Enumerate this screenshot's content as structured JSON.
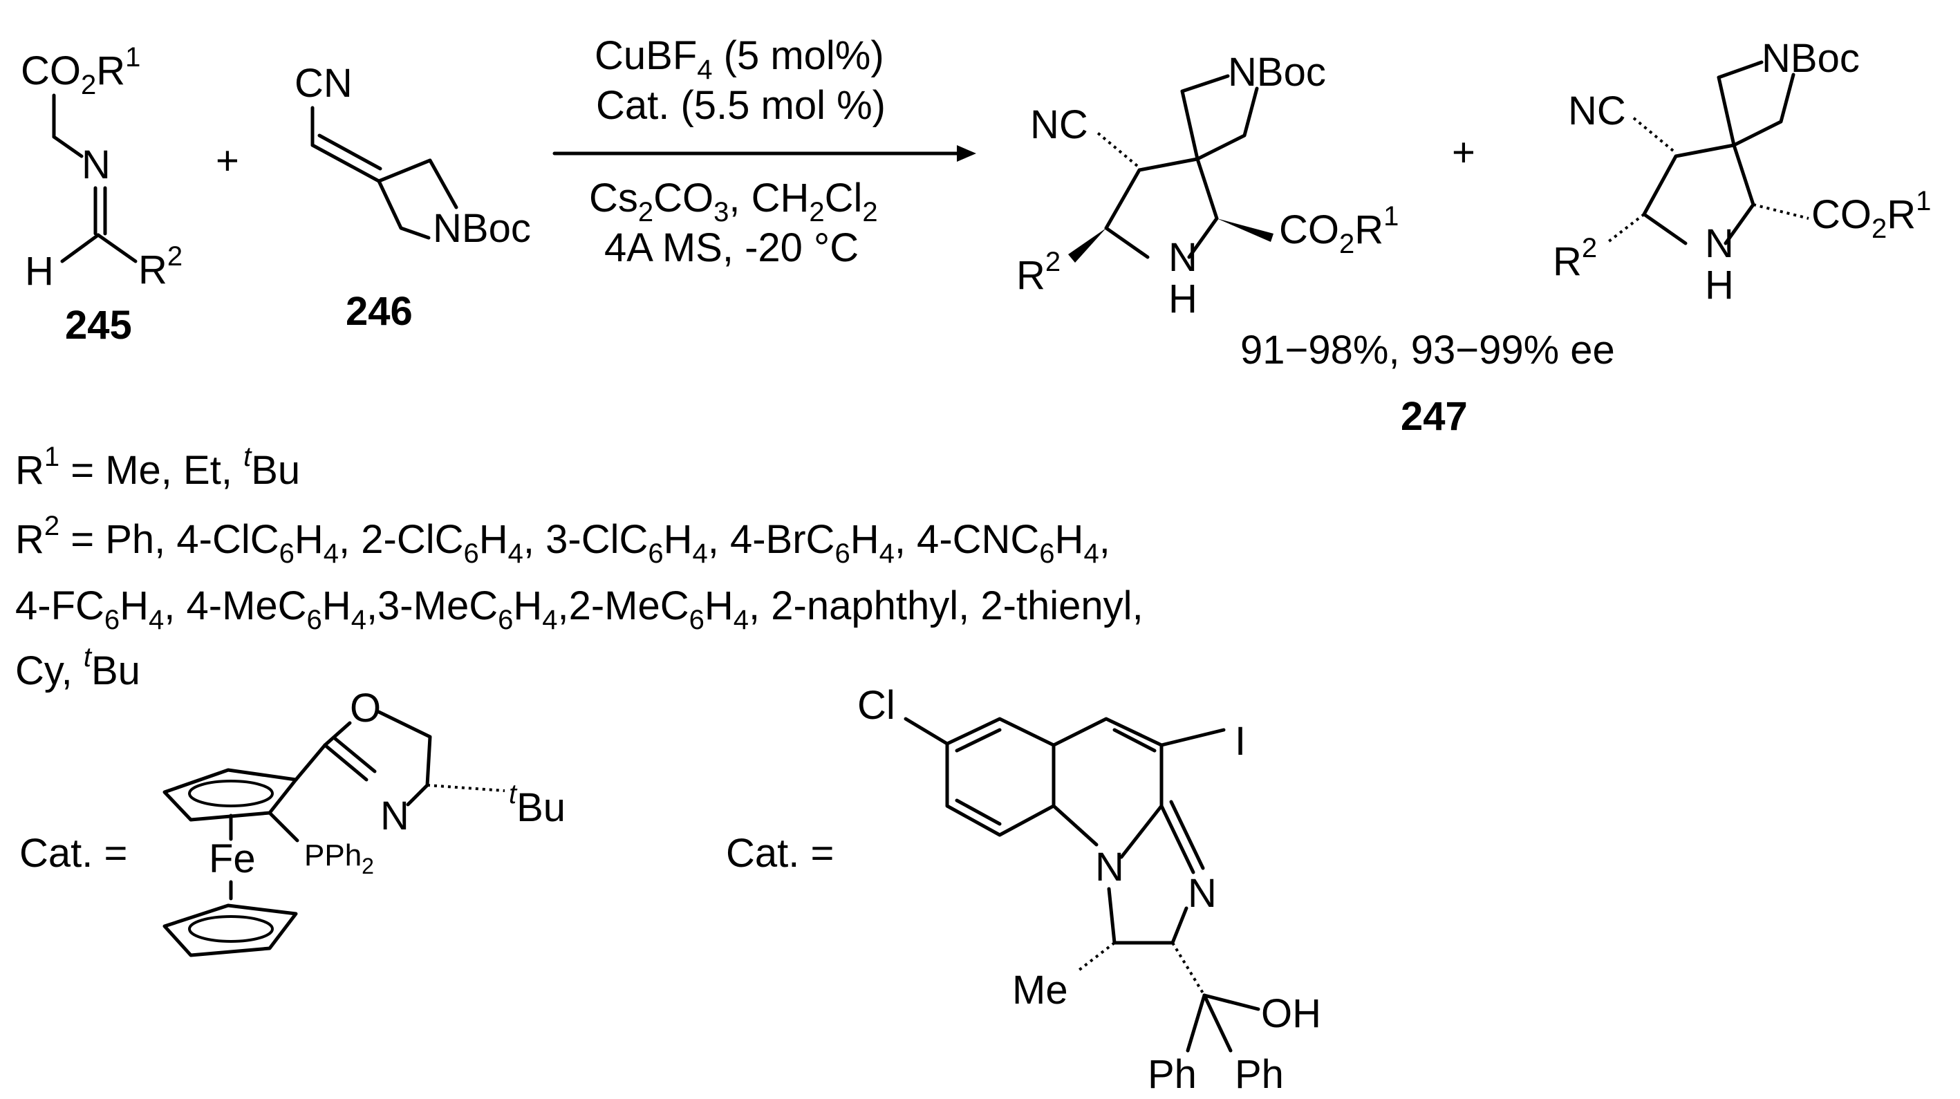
{
  "reagent_245": {
    "label": "245",
    "ester": "CO",
    "ester_sub2": "2",
    "ester_r": "R",
    "ester_r_sup": "1",
    "imine_n": "N",
    "h": "H",
    "r": "R",
    "r_sup": "2"
  },
  "plus_1": "+",
  "reagent_246": {
    "label": "246",
    "cn": "CN",
    "nboc": "NBoc"
  },
  "conditions": {
    "line1_main": "CuBF",
    "line1_sub": "4",
    "line1_end": " (5 mol%)",
    "line2": "Cat. (5.5 mol %)",
    "line3_a": "Cs",
    "line3_a_sub": "2",
    "line3_b": "CO",
    "line3_b_sub": "3",
    "line3_c": ", CH",
    "line3_c_sub": "2",
    "line3_d": "Cl",
    "line3_d_sub": "2",
    "line4": "4A MS, -20 °C"
  },
  "product_a": {
    "nc": "NC",
    "nboc": "NBoc",
    "ester": "CO",
    "ester_sub": "2",
    "ester_r": "R",
    "ester_sup": "1",
    "r": "R",
    "r_sup": "2",
    "n": "N",
    "h": "H"
  },
  "plus_2": "+",
  "product_b": {
    "nc": "NC",
    "nboc": "NBoc",
    "ester": "CO",
    "ester_sub": "2",
    "ester_r": "R",
    "ester_sup": "1",
    "r": "R",
    "r_sup": "2",
    "n": "N",
    "h": "H"
  },
  "yield_text": "91−98%, 93−99% ee",
  "product_label": "247",
  "r1_definition": {
    "r": "R",
    "sup": "1",
    "text": " = Me, Et, ",
    "tbu_t": "t",
    "tbu": "Bu"
  },
  "r2_definition": {
    "line1": [
      {
        "t": "R"
      },
      {
        "sup": "2"
      },
      {
        "t": " = Ph, 4-ClC"
      },
      {
        "sub": "6"
      },
      {
        "t": "H"
      },
      {
        "sub": "4"
      },
      {
        "t": ", 2-ClC"
      },
      {
        "sub": "6"
      },
      {
        "t": "H"
      },
      {
        "sub": "4"
      },
      {
        "t": ", 3-ClC"
      },
      {
        "sub": "6"
      },
      {
        "t": "H"
      },
      {
        "sub": "4"
      },
      {
        "t": ", 4-BrC"
      },
      {
        "sub": "6"
      },
      {
        "t": "H"
      },
      {
        "sub": "4"
      },
      {
        "t": ", 4-CNC"
      },
      {
        "sub": "6"
      },
      {
        "t": "H"
      },
      {
        "sub": "4"
      },
      {
        "t": ","
      }
    ],
    "line2": [
      {
        "t": "4-FC"
      },
      {
        "sub": "6"
      },
      {
        "t": "H"
      },
      {
        "sub": "4"
      },
      {
        "t": ", 4-MeC"
      },
      {
        "sub": "6"
      },
      {
        "t": "H"
      },
      {
        "sub": "4"
      },
      {
        "t": ",3-MeC"
      },
      {
        "sub": "6"
      },
      {
        "t": "H"
      },
      {
        "sub": "4"
      },
      {
        "t": ",2-MeC"
      },
      {
        "sub": "6"
      },
      {
        "t": "H"
      },
      {
        "sub": "4"
      },
      {
        "t": ", 2-naphthyl, 2-thienyl,"
      }
    ],
    "line3": [
      {
        "t": "Cy, "
      },
      {
        "sup": "t"
      },
      {
        "t": "Bu"
      }
    ]
  },
  "catalyst_1": {
    "label": "Cat. =",
    "o": "O",
    "n": "N",
    "fe": "Fe",
    "pph": "PPh",
    "pph_sub": "2",
    "tbu_t": "t",
    "tbu": "Bu"
  },
  "catalyst_2": {
    "label": "Cat. =",
    "cl": "Cl",
    "i": "I",
    "n1": "N",
    "n2": "N",
    "me": "Me",
    "oh": "OH",
    "ph1": "Ph",
    "ph2": "Ph"
  }
}
